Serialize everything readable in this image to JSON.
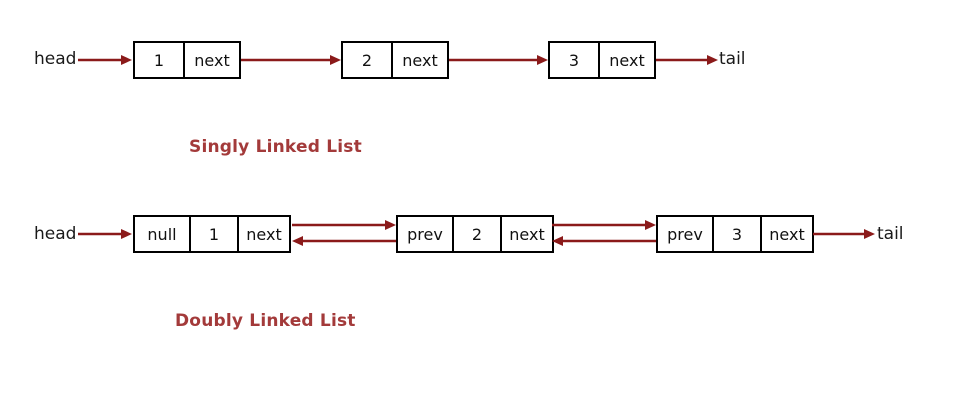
{
  "diagram": {
    "title_singly": "Singly Linked List",
    "title_doubly": "Doubly Linked List",
    "accent_color": "#a33a3a",
    "arrow_color": "#8b1a1a",
    "box_border_color": "#000000",
    "text_color": "#1a1a1a"
  },
  "singly": {
    "head_label": "head",
    "tail_label": "tail",
    "nodes": [
      {
        "value": "1",
        "next_label": "next"
      },
      {
        "value": "2",
        "next_label": "next"
      },
      {
        "value": "3",
        "next_label": "next"
      }
    ]
  },
  "doubly": {
    "head_label": "head",
    "tail_label": "tail",
    "nodes": [
      {
        "prev_label": "null",
        "value": "1",
        "next_label": "next"
      },
      {
        "prev_label": "prev",
        "value": "2",
        "next_label": "next"
      },
      {
        "prev_label": "prev",
        "value": "3",
        "next_label": "next"
      }
    ]
  }
}
